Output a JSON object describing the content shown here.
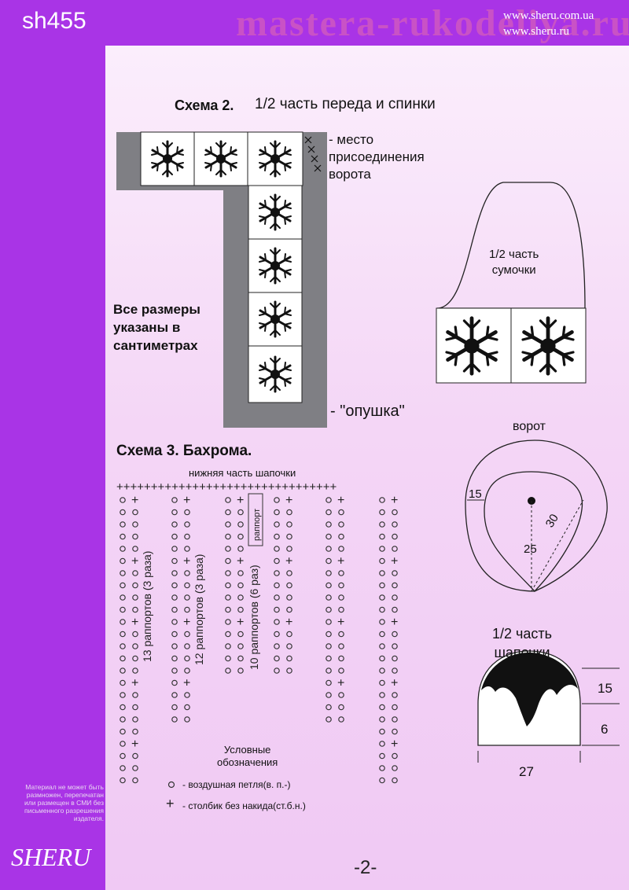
{
  "header": {
    "code": "sh455",
    "watermark": "mastera-rukodeliya.ru",
    "urls": [
      "www.sheru.com.ua",
      "www.sheru.ru"
    ]
  },
  "scheme2": {
    "title_bold": "Схема 2.",
    "title_rest": "1/2 часть переда и спинки",
    "collar_note": [
      "- место",
      "присоединения",
      "ворота"
    ],
    "trim_note": "- \"опушка\"",
    "sizes_note": [
      "Все размеры",
      "указаны в",
      "сантиметрах"
    ]
  },
  "bag": {
    "label": [
      "1/2 часть",
      "сумочки"
    ]
  },
  "collar": {
    "title": "ворот",
    "dims": [
      "15",
      "30",
      "25"
    ]
  },
  "hat": {
    "title": [
      "1/2 часть",
      "шапочки"
    ],
    "dims": [
      "15",
      "6",
      "27"
    ]
  },
  "scheme3": {
    "title": "Схема 3. Бахрома.",
    "top_label": "нижняя часть шапочки",
    "repeat_label": "раппорт",
    "vertical_labels": [
      "13 раппортов (3 раза)",
      "12 раппортов (3 раза)",
      "10 раппортов (6 раз)"
    ]
  },
  "legend": {
    "title": [
      "Условные",
      "обозначения"
    ],
    "items": [
      {
        "symbol": "o",
        "text": "- воздушная петля(в. п.-)"
      },
      {
        "symbol": "+",
        "text": "- столбик без накида(ст.б.н.)"
      }
    ]
  },
  "footer": {
    "notice": [
      "Материал не может быть",
      "размножен, перепечатан",
      "или размещен в СМИ без",
      "письменного разрешения",
      "издателя."
    ],
    "brand": "SHERU",
    "page": "-2-"
  }
}
